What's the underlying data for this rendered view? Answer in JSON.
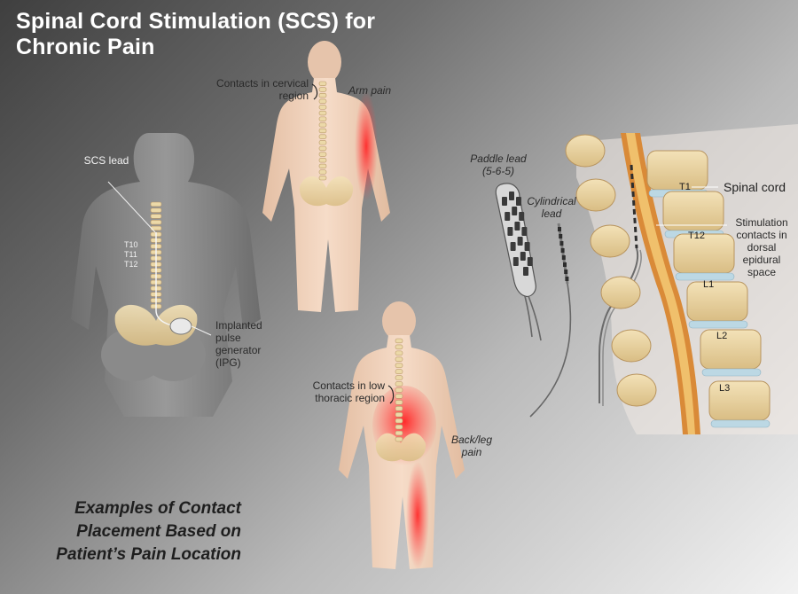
{
  "title": "Spinal Cord Stimulation (SCS) for Chronic Pain",
  "caption": "Examples of Contact Placement Based on Patient’s Pain Location",
  "left_figure": {
    "scs_lead": "SCS lead",
    "levels": [
      "T10",
      "T11",
      "T12"
    ],
    "ipg": "Implanted pulse generator (IPG)"
  },
  "top_figure": {
    "contacts": "Contacts in cervical region",
    "pain": "Arm pain"
  },
  "bottom_figure": {
    "contacts": "Contacts in low thoracic region",
    "pain": "Back/leg pain"
  },
  "leads": {
    "paddle": "Paddle lead (5-6-5)",
    "cylindrical": "Cylindrical lead"
  },
  "spine": {
    "spinal_cord": "Spinal cord",
    "stimulation": "Stimulation contacts in dorsal epidural space",
    "vertebrae": [
      "T1",
      "T12",
      "L1",
      "L2",
      "L3"
    ]
  },
  "colors": {
    "pain": "#ff3b3b",
    "skin": "#f2d5bf",
    "bone": "#e8d2a0",
    "disc": "#bcd8e4",
    "cord": "#e9a14a"
  }
}
